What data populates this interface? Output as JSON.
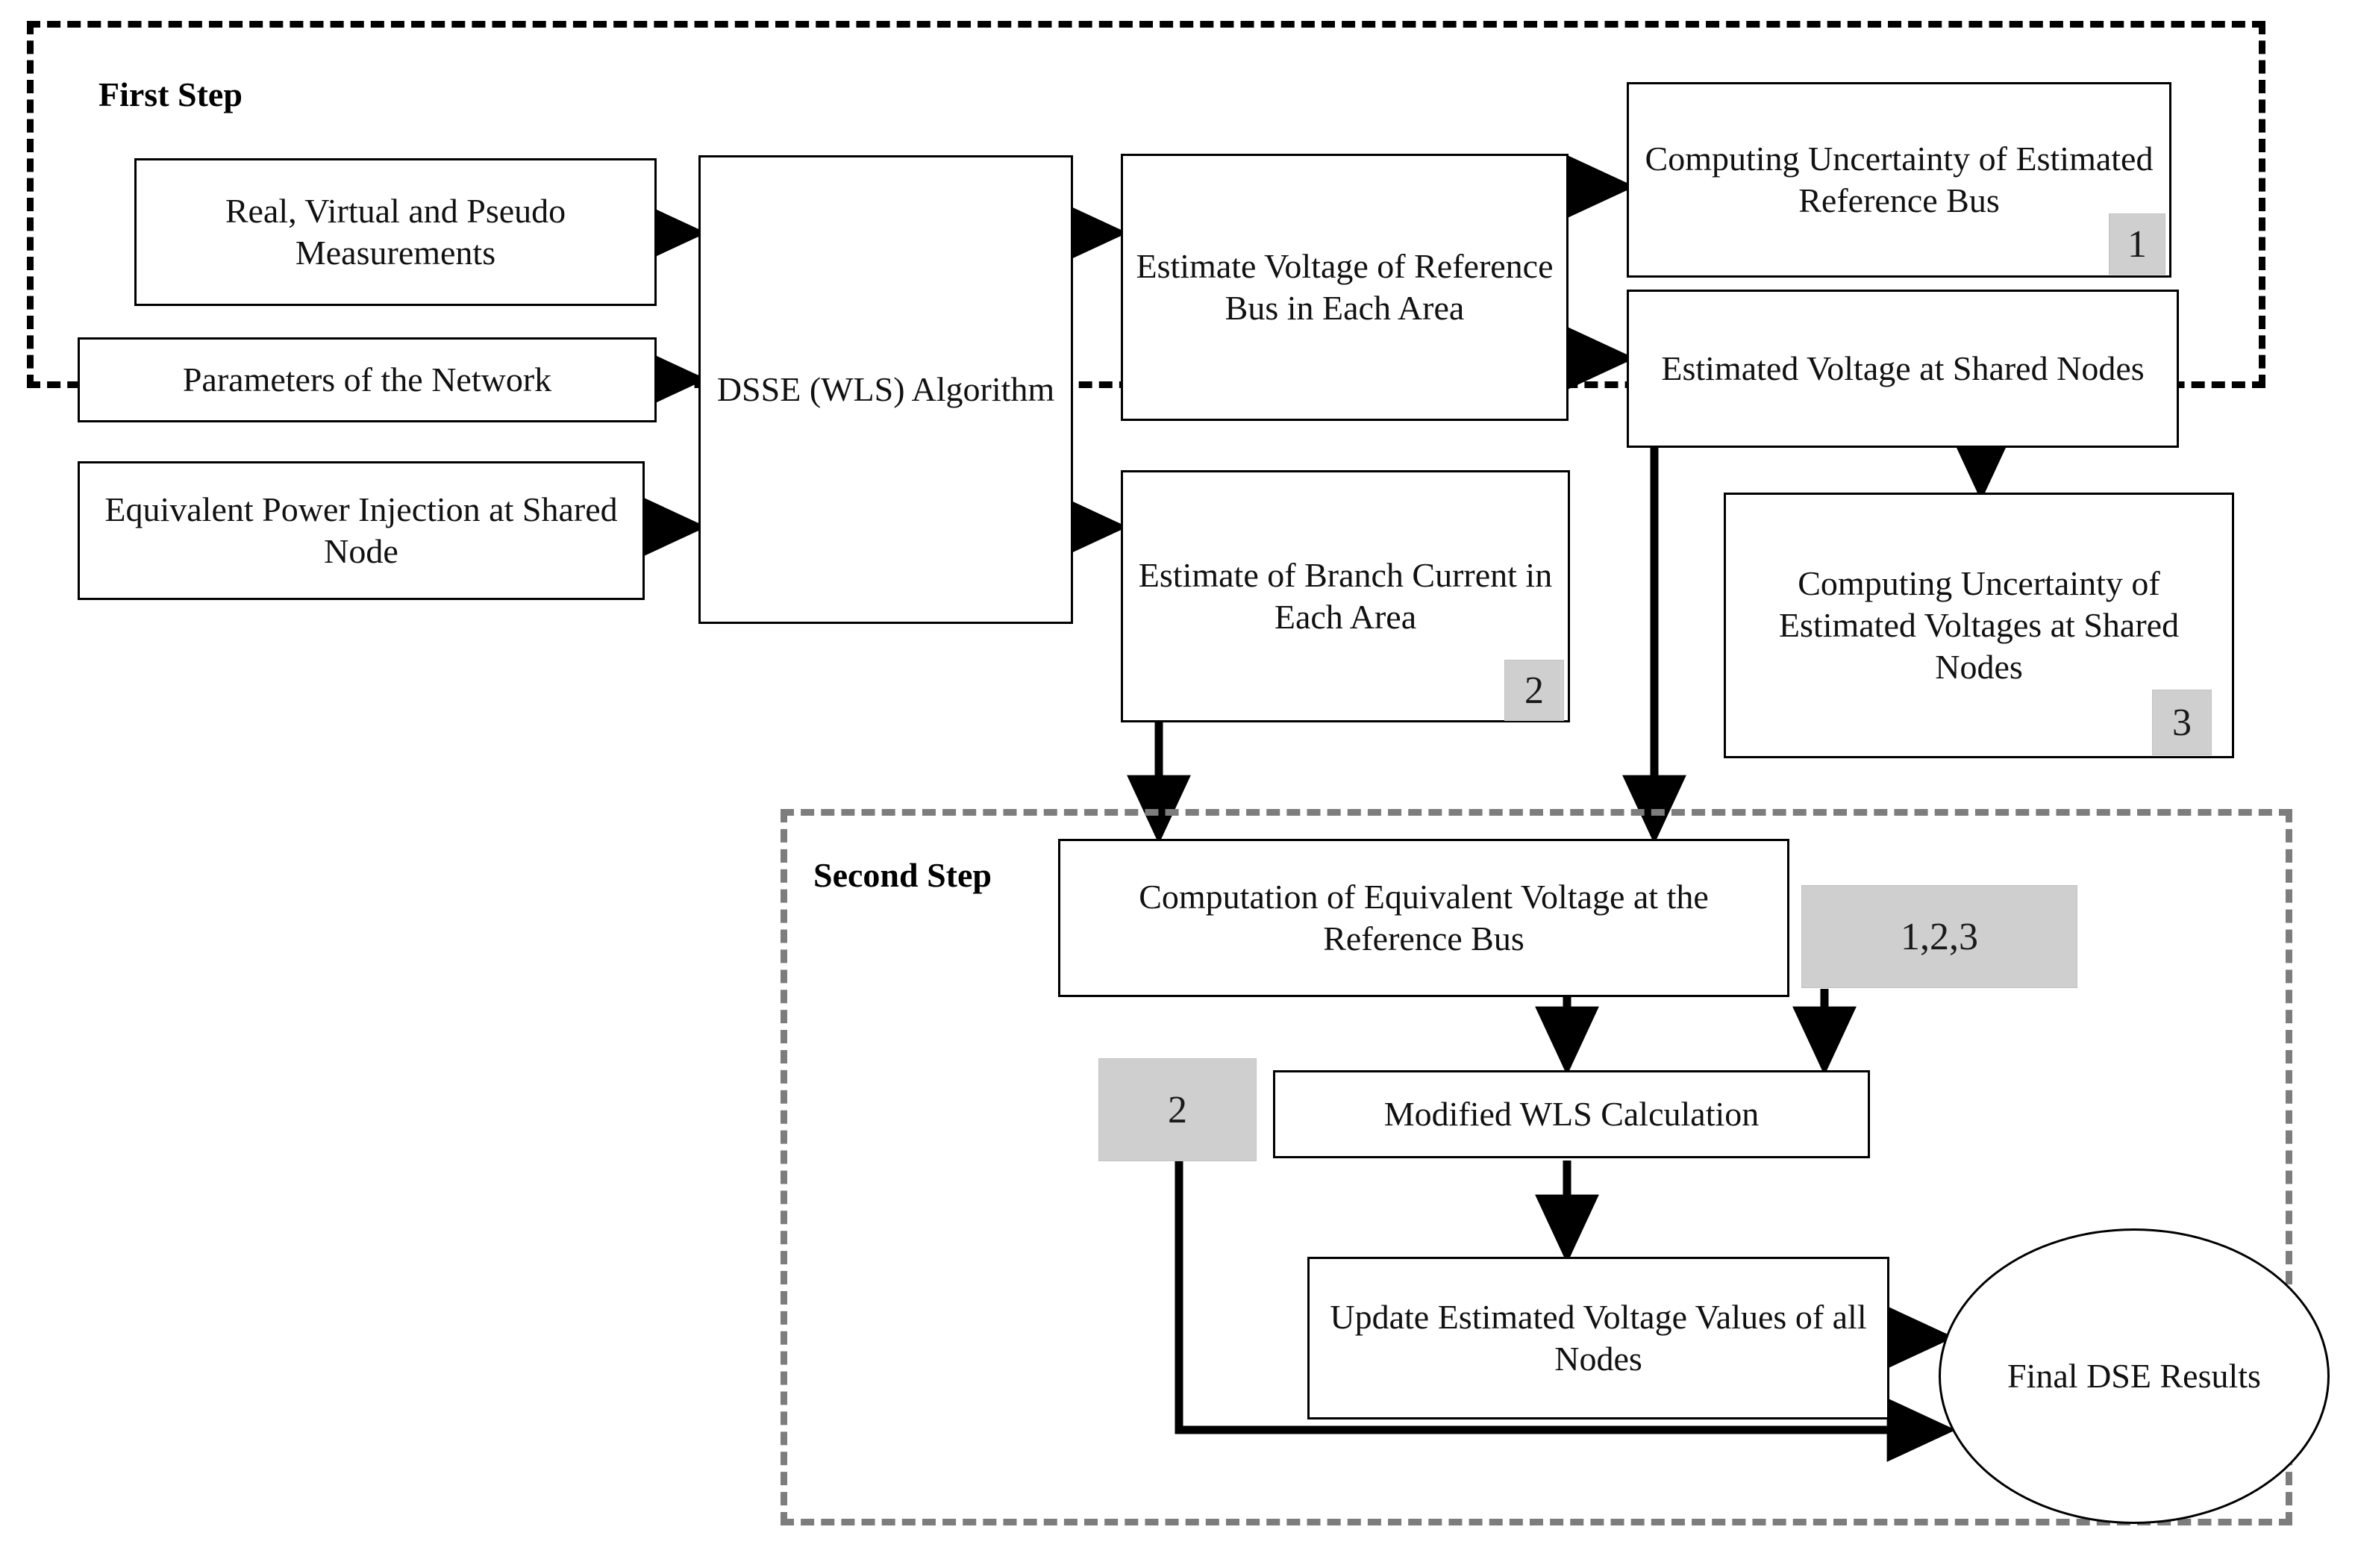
{
  "diagram": {
    "title_regions": [
      {
        "id": "first-step",
        "label": "First Step",
        "border_color": "#000000",
        "style": "dashed"
      },
      {
        "id": "second-step",
        "label": "Second Step",
        "border_color": "#7d7d7d",
        "style": "dashed"
      }
    ],
    "nodes": {
      "measurements": "Real, Virtual and Pseudo Measurements",
      "parameters": "Parameters of the Network",
      "power_injection": "Equivalent Power Injection at Shared Node",
      "dsse": "DSSE (WLS) Algorithm",
      "estimate_voltage_ref": "Estimate Voltage of Reference Bus in Each Area",
      "estimate_branch_current": "Estimate of Branch Current in Each Area",
      "computing_uncertainty_ref": "Computing Uncertainty of Estimated Reference Bus",
      "estimated_voltage_shared": "Estimated Voltage at Shared Nodes",
      "computing_uncertainty_shared": "Computing Uncertainty of Estimated Voltages at Shared Nodes",
      "computation_equivalent_voltage": "Computation of Equivalent Voltage at the Reference Bus",
      "modified_wls": "Modified WLS Calculation",
      "update_estimated_voltage": "Update Estimated Voltage Values of all Nodes",
      "final_results": "Final DSE Results"
    },
    "badges": {
      "badge_1": "1",
      "badge_2": "2",
      "badge_3": "3",
      "badge_123": "1,2,3",
      "badge_2b": "2"
    },
    "colors": {
      "badge_fill": "#cfcfcf",
      "node_border": "#000000",
      "first_step_border": "#000000",
      "second_step_border": "#7d7d7d",
      "background": "#ffffff"
    }
  }
}
